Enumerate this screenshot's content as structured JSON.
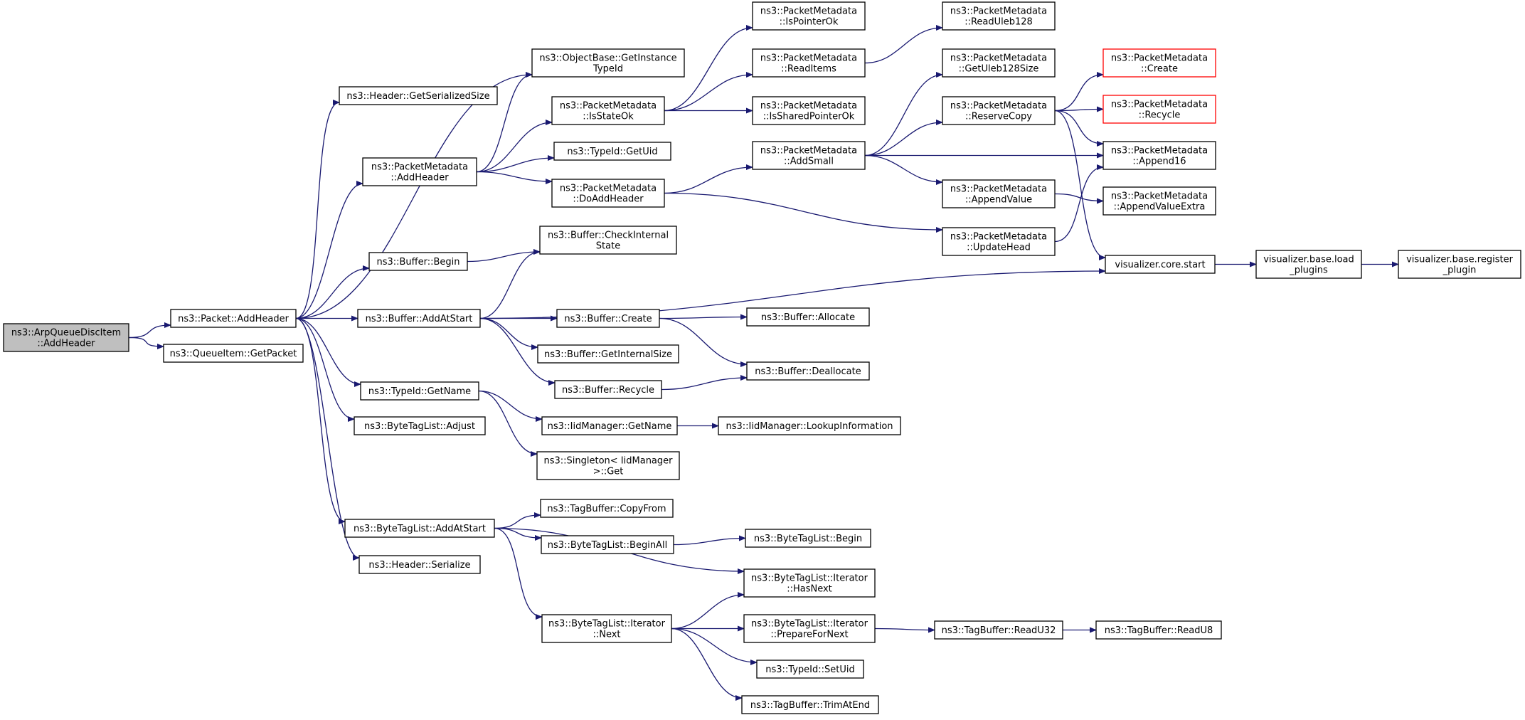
{
  "colors": {
    "edge": "#191970",
    "root_fill": "#bfbfbf",
    "missing_border": "#ff0000"
  },
  "nodes": [
    {
      "id": "arpadd",
      "lines": [
        "ns3::ArpQueueDiscItem",
        "::AddHeader"
      ],
      "root": true
    },
    {
      "id": "pktadd",
      "lines": [
        "ns3::Packet::AddHeader"
      ]
    },
    {
      "id": "getpkt",
      "lines": [
        "ns3::QueueItem::GetPacket"
      ]
    },
    {
      "id": "hgss",
      "lines": [
        "ns3::Header::GetSerializedSize"
      ]
    },
    {
      "id": "pmadd",
      "lines": [
        "ns3::PacketMetadata",
        "::AddHeader"
      ]
    },
    {
      "id": "bbegin",
      "lines": [
        "ns3::Buffer::Begin"
      ]
    },
    {
      "id": "bads",
      "lines": [
        "ns3::Buffer::AddAtStart"
      ]
    },
    {
      "id": "tgn",
      "lines": [
        "ns3::TypeId::GetName"
      ]
    },
    {
      "id": "btladj",
      "lines": [
        "ns3::ByteTagList::Adjust"
      ]
    },
    {
      "id": "btlads",
      "lines": [
        "ns3::ByteTagList::AddAtStart"
      ]
    },
    {
      "id": "hser",
      "lines": [
        "ns3::Header::Serialize"
      ]
    },
    {
      "id": "obgit",
      "lines": [
        "ns3::ObjectBase::GetInstance",
        "TypeId"
      ]
    },
    {
      "id": "pmiso",
      "lines": [
        "ns3::PacketMetadata",
        "::IsStateOk"
      ]
    },
    {
      "id": "tguid",
      "lines": [
        "ns3::TypeId::GetUid"
      ]
    },
    {
      "id": "pmdah",
      "lines": [
        "ns3::PacketMetadata",
        "::DoAddHeader"
      ]
    },
    {
      "id": "bcis",
      "lines": [
        "ns3::Buffer::CheckInternal",
        "State"
      ]
    },
    {
      "id": "bcreate",
      "lines": [
        "ns3::Buffer::Create"
      ]
    },
    {
      "id": "bgis",
      "lines": [
        "ns3::Buffer::GetInternalSize"
      ]
    },
    {
      "id": "brecycle",
      "lines": [
        "ns3::Buffer::Recycle"
      ]
    },
    {
      "id": "iidgn",
      "lines": [
        "ns3::IidManager::GetName"
      ]
    },
    {
      "id": "singget",
      "lines": [
        "ns3::Singleton< IidManager",
        ">::Get"
      ]
    },
    {
      "id": "tbcf",
      "lines": [
        "ns3::TagBuffer::CopyFrom"
      ]
    },
    {
      "id": "btlba",
      "lines": [
        "ns3::ByteTagList::BeginAll"
      ]
    },
    {
      "id": "btlin",
      "lines": [
        "ns3::ByteTagList::Iterator",
        "::Next"
      ]
    },
    {
      "id": "pmipo",
      "lines": [
        "ns3::PacketMetadata",
        "::IsPointerOk"
      ]
    },
    {
      "id": "pmri",
      "lines": [
        "ns3::PacketMetadata",
        "::ReadItems"
      ]
    },
    {
      "id": "pmispo",
      "lines": [
        "ns3::PacketMetadata",
        "::IsSharedPointerOk"
      ]
    },
    {
      "id": "pmas",
      "lines": [
        "ns3::PacketMetadata",
        "::AddSmall"
      ]
    },
    {
      "id": "balloc",
      "lines": [
        "ns3::Buffer::Allocate"
      ]
    },
    {
      "id": "bdealloc",
      "lines": [
        "ns3::Buffer::Deallocate"
      ]
    },
    {
      "id": "iidli",
      "lines": [
        "ns3::IidManager::LookupInformation"
      ]
    },
    {
      "id": "btlbegin",
      "lines": [
        "ns3::ByteTagList::Begin"
      ]
    },
    {
      "id": "btlihn",
      "lines": [
        "ns3::ByteTagList::Iterator",
        "::HasNext"
      ]
    },
    {
      "id": "btlipfn",
      "lines": [
        "ns3::ByteTagList::Iterator",
        "::PrepareForNext"
      ]
    },
    {
      "id": "tgsuid",
      "lines": [
        "ns3::TypeId::SetUid"
      ]
    },
    {
      "id": "tbtae",
      "lines": [
        "ns3::TagBuffer::TrimAtEnd"
      ]
    },
    {
      "id": "pmrul",
      "lines": [
        "ns3::PacketMetadata",
        "::ReadUleb128"
      ]
    },
    {
      "id": "pmgus",
      "lines": [
        "ns3::PacketMetadata",
        "::GetUleb128Size"
      ]
    },
    {
      "id": "pmrc",
      "lines": [
        "ns3::PacketMetadata",
        "::ReserveCopy"
      ]
    },
    {
      "id": "pmav",
      "lines": [
        "ns3::PacketMetadata",
        "::AppendValue"
      ]
    },
    {
      "id": "pmuh",
      "lines": [
        "ns3::PacketMetadata",
        "::UpdateHead"
      ]
    },
    {
      "id": "vcs",
      "lines": [
        "visualizer.core.start"
      ]
    },
    {
      "id": "tbr32",
      "lines": [
        "ns3::TagBuffer::ReadU32"
      ]
    },
    {
      "id": "pmcreate",
      "lines": [
        "ns3::PacketMetadata",
        "::Create"
      ],
      "missing": true
    },
    {
      "id": "pmrecycle",
      "lines": [
        "ns3::PacketMetadata",
        "::Recycle"
      ],
      "missing": true
    },
    {
      "id": "pma16",
      "lines": [
        "ns3::PacketMetadata",
        "::Append16"
      ]
    },
    {
      "id": "pmave",
      "lines": [
        "ns3::PacketMetadata",
        "::AppendValueExtra"
      ]
    },
    {
      "id": "vblp",
      "lines": [
        "visualizer.base.load",
        "_plugins"
      ]
    },
    {
      "id": "tbr8",
      "lines": [
        "ns3::TagBuffer::ReadU8"
      ]
    },
    {
      "id": "vbrp",
      "lines": [
        "visualizer.base.register",
        "_plugin"
      ]
    }
  ],
  "edges": [
    [
      "arpadd",
      "pktadd"
    ],
    [
      "arpadd",
      "getpkt"
    ],
    [
      "pktadd",
      "hgss"
    ],
    [
      "pktadd",
      "obgit"
    ],
    [
      "pktadd",
      "pmadd"
    ],
    [
      "pktadd",
      "bbegin"
    ],
    [
      "pktadd",
      "bads"
    ],
    [
      "pktadd",
      "tgn"
    ],
    [
      "pktadd",
      "btladj"
    ],
    [
      "pktadd",
      "btlads"
    ],
    [
      "pktadd",
      "hser"
    ],
    [
      "pmadd",
      "obgit"
    ],
    [
      "pmadd",
      "pmiso"
    ],
    [
      "pmadd",
      "tguid"
    ],
    [
      "pmadd",
      "pmdah"
    ],
    [
      "bbegin",
      "bcis"
    ],
    [
      "bads",
      "bcis"
    ],
    [
      "bads",
      "bcreate"
    ],
    [
      "bads",
      "bgis"
    ],
    [
      "bads",
      "brecycle"
    ],
    [
      "bads",
      "vcs"
    ],
    [
      "tgn",
      "iidgn"
    ],
    [
      "tgn",
      "singget"
    ],
    [
      "btlads",
      "tbcf"
    ],
    [
      "btlads",
      "btlba"
    ],
    [
      "btlads",
      "btlin"
    ],
    [
      "btlads",
      "btlihn"
    ],
    [
      "pmiso",
      "pmipo"
    ],
    [
      "pmiso",
      "pmri"
    ],
    [
      "pmiso",
      "pmispo"
    ],
    [
      "pmdah",
      "pmas"
    ],
    [
      "pmdah",
      "pmuh"
    ],
    [
      "bcreate",
      "balloc"
    ],
    [
      "bcreate",
      "bdealloc"
    ],
    [
      "brecycle",
      "bdealloc"
    ],
    [
      "iidgn",
      "iidli"
    ],
    [
      "btlba",
      "btlbegin"
    ],
    [
      "btlin",
      "btlihn"
    ],
    [
      "btlin",
      "btlipfn"
    ],
    [
      "btlin",
      "tgsuid"
    ],
    [
      "btlin",
      "tbtae"
    ],
    [
      "pmri",
      "pmrul"
    ],
    [
      "pmas",
      "pmgus"
    ],
    [
      "pmas",
      "pmrc"
    ],
    [
      "pmas",
      "pma16"
    ],
    [
      "pmas",
      "pmav"
    ],
    [
      "pmrc",
      "pmcreate"
    ],
    [
      "pmrc",
      "pmrecycle"
    ],
    [
      "pmrc",
      "pma16"
    ],
    [
      "pmrc",
      "vcs"
    ],
    [
      "pmav",
      "pmave"
    ],
    [
      "pmuh",
      "pma16"
    ],
    [
      "vcs",
      "vblp"
    ],
    [
      "vblp",
      "vbrp"
    ],
    [
      "btlipfn",
      "tbr32"
    ],
    [
      "tbr32",
      "tbr8"
    ]
  ]
}
